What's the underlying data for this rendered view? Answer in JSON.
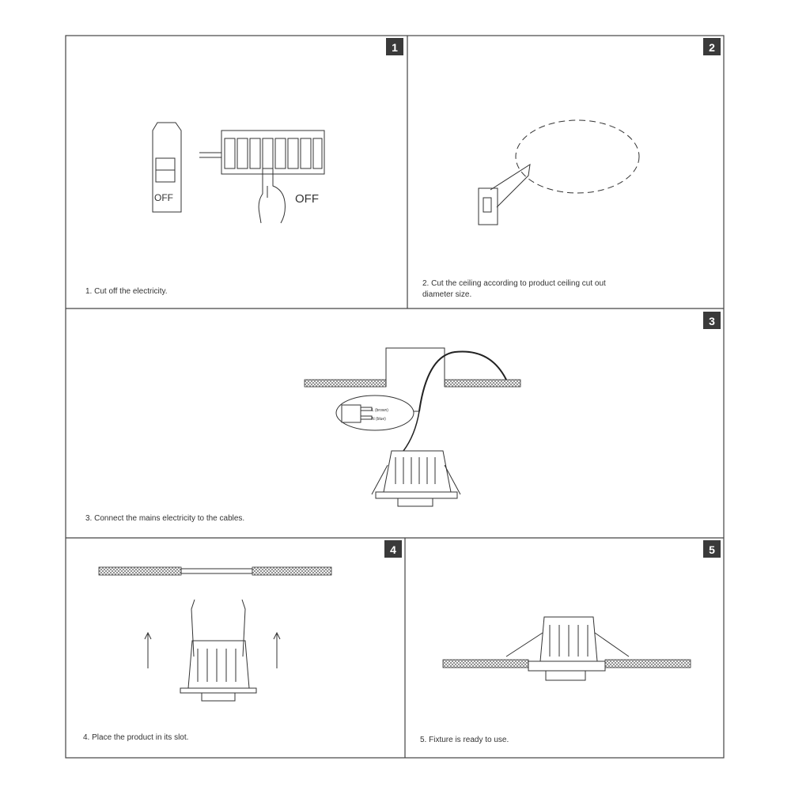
{
  "steps": [
    {
      "number": "1",
      "caption": "1. Cut off the electricity.",
      "labels": {
        "breaker": "OFF",
        "panel": "OFF"
      }
    },
    {
      "number": "2",
      "caption_line1": "2. Cut the ceiling according to product ceiling cut out",
      "caption_line2": "diameter size."
    },
    {
      "number": "3",
      "caption": "3. Connect the mains electricity to the cables.",
      "wire_labels": {
        "live": "L (brown)",
        "neutral": "N (blue)"
      }
    },
    {
      "number": "4",
      "caption": "4. Place the product in its slot."
    },
    {
      "number": "5",
      "caption": "5. Fixture is ready to use."
    }
  ],
  "colors": {
    "badge": "#3a3a3a",
    "line": "#333333"
  }
}
